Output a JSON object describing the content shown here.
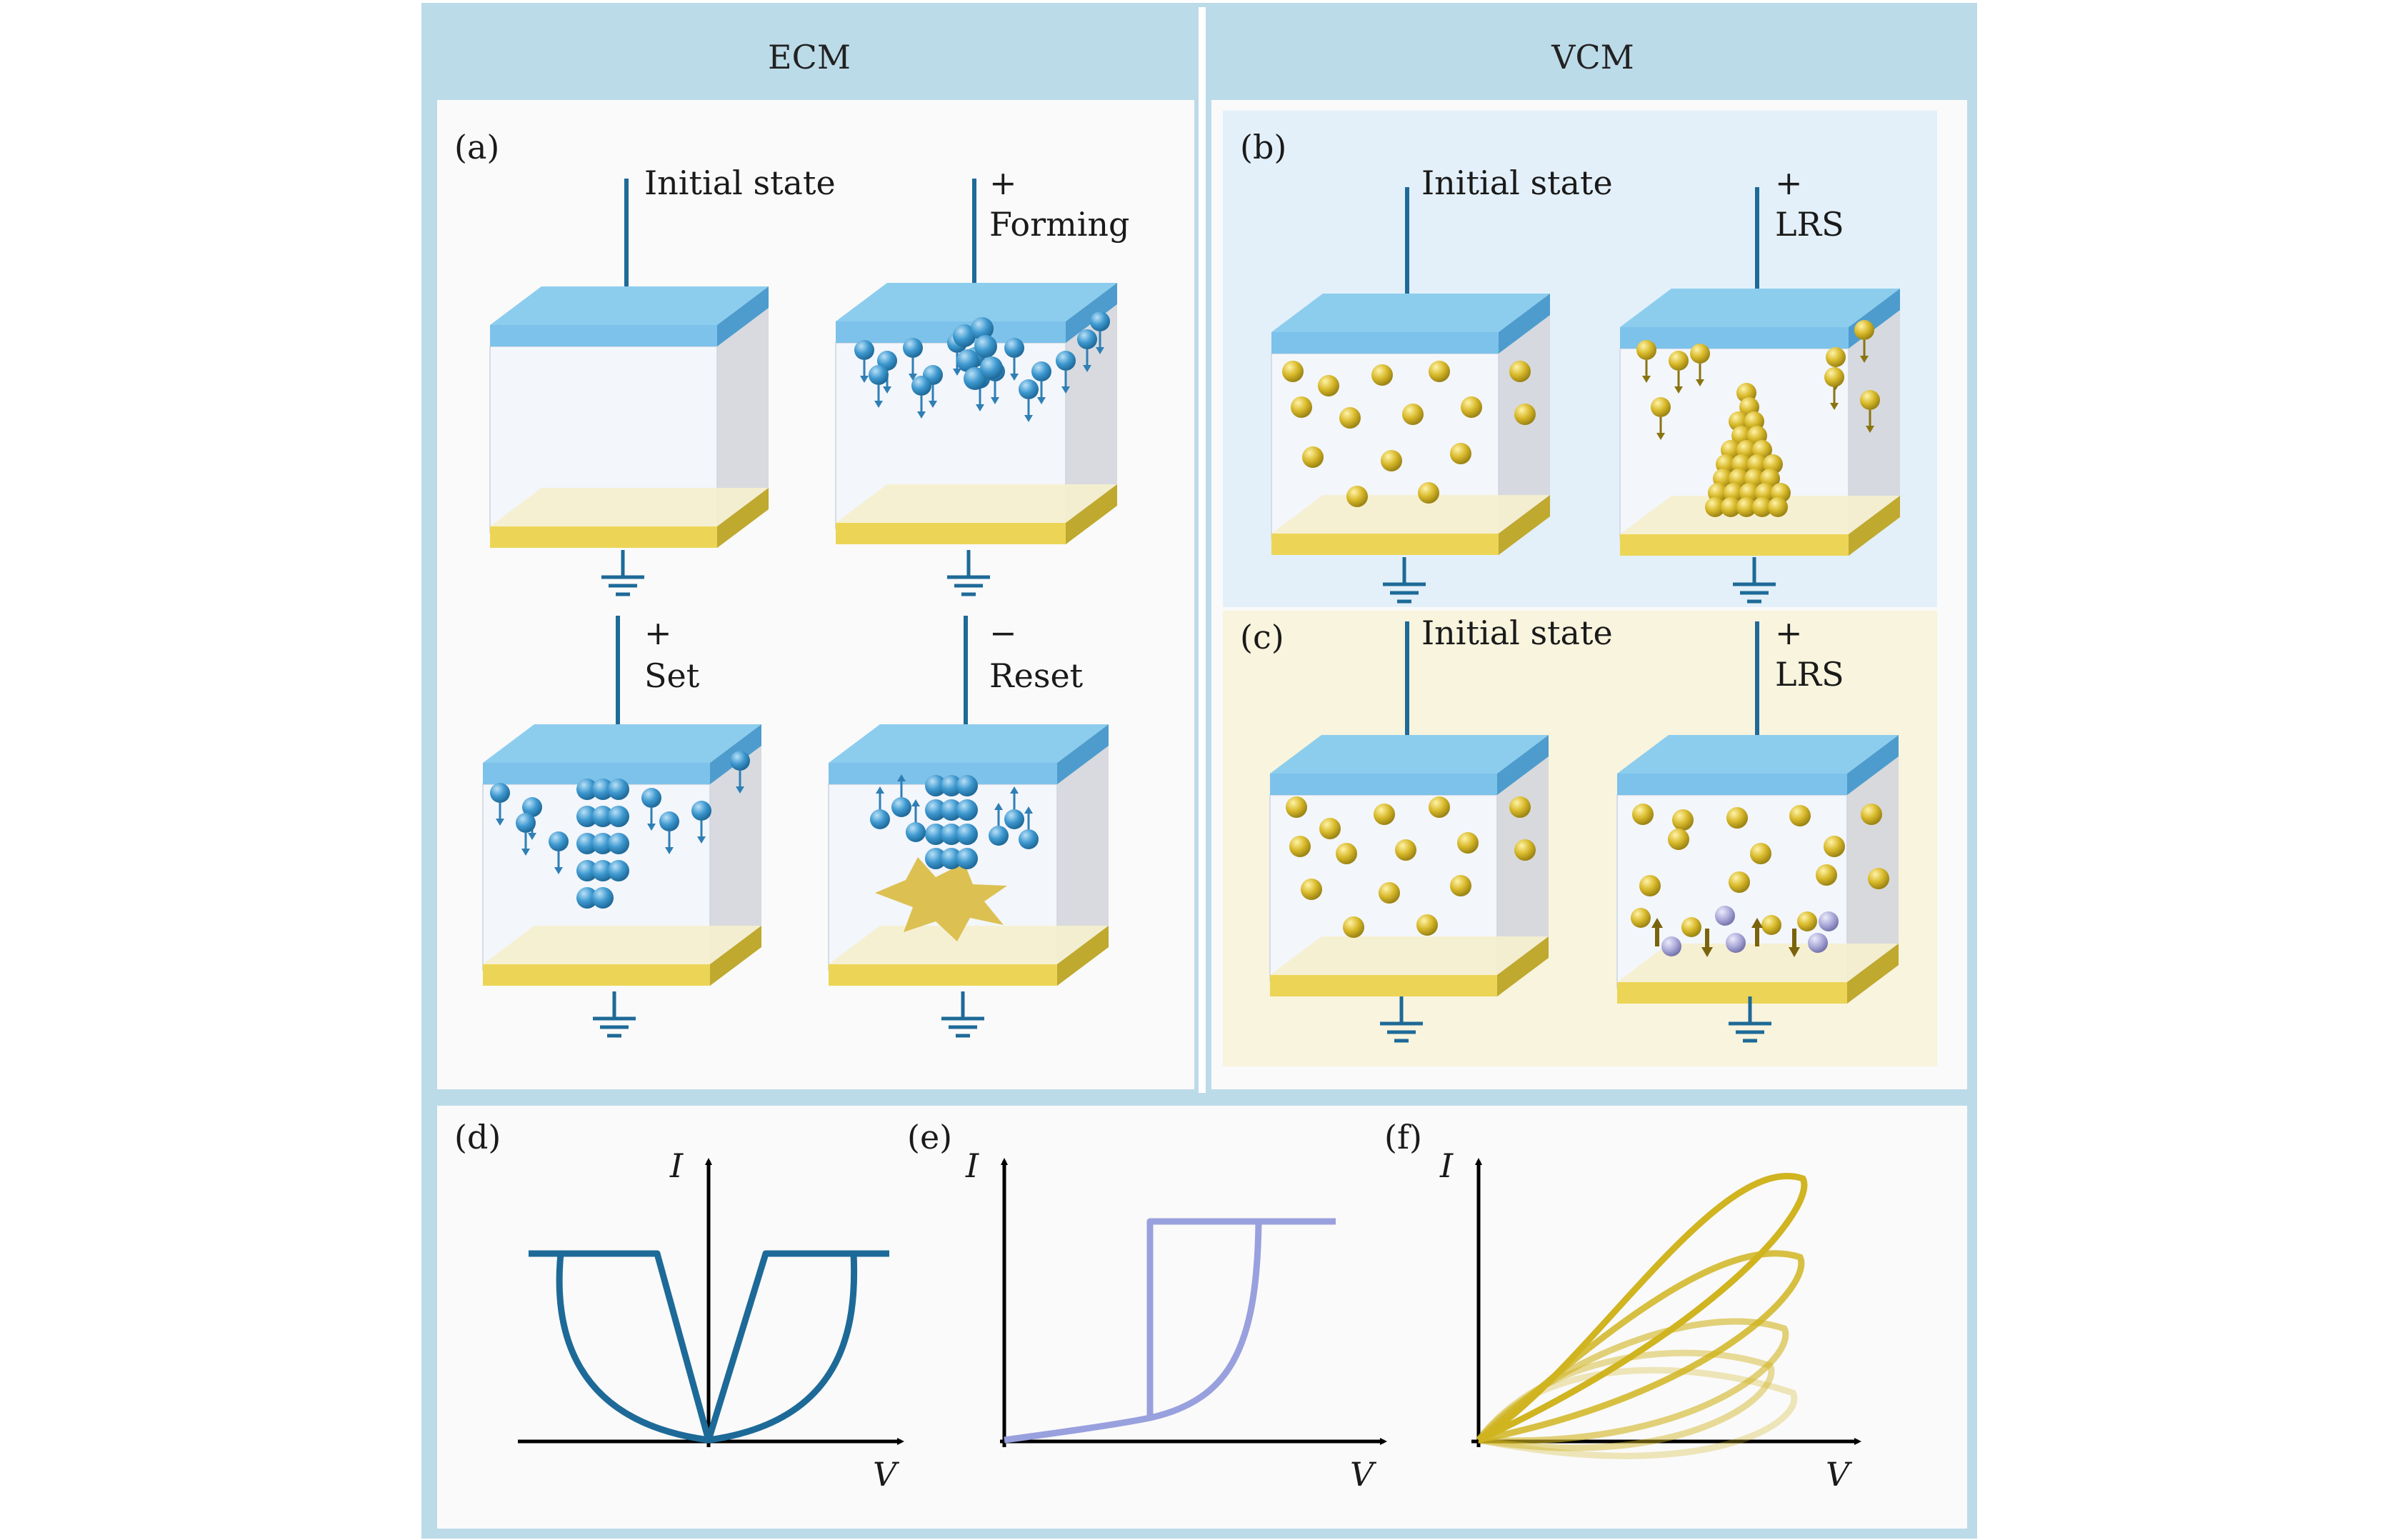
{
  "headers": {
    "left": "ECM",
    "right": "VCM"
  },
  "panels": {
    "a": {
      "label": "(a)"
    },
    "b": {
      "label": "(b)"
    },
    "c": {
      "label": "(c)"
    },
    "d": {
      "label": "(d)",
      "ylabel": "I",
      "xlabel": "V"
    },
    "e": {
      "label": "(e)",
      "ylabel": "I",
      "xlabel": "V"
    },
    "f": {
      "label": "(f)",
      "ylabel": "I",
      "xlabel": "V"
    }
  },
  "cells": {
    "a1": {
      "line1": "Initial state",
      "line2": ""
    },
    "a2": {
      "line1": "+",
      "line2": "Forming"
    },
    "a3": {
      "line1": "+",
      "line2": "Set"
    },
    "a4": {
      "line1": "−",
      "line2": "Reset"
    },
    "b1": {
      "line1": "Initial state",
      "line2": ""
    },
    "b2": {
      "line1": "+",
      "line2": "LRS"
    },
    "c1": {
      "line1": "Initial state",
      "line2": ""
    },
    "c2": {
      "line1": "+",
      "line2": "LRS"
    }
  },
  "colors": {
    "frame": "#bcdbe8",
    "ecm_bg": "#fafafa",
    "vcm_b_bg": "#e3f0f9",
    "vcm_c_bg": "#f8f4dd",
    "electrode_top": "#7dc2ea",
    "electrode_side": "#4e9ccd",
    "electrode_bottom": "#ecd556",
    "wire": "#1e6a98",
    "ion_blue": "#3d98cf",
    "ion_gold": "#d2b52a",
    "vacancy": "#a8a6d6",
    "curve_d": "#1d6a98",
    "curve_e": "#99a0de",
    "curve_f": "#d0b420"
  }
}
